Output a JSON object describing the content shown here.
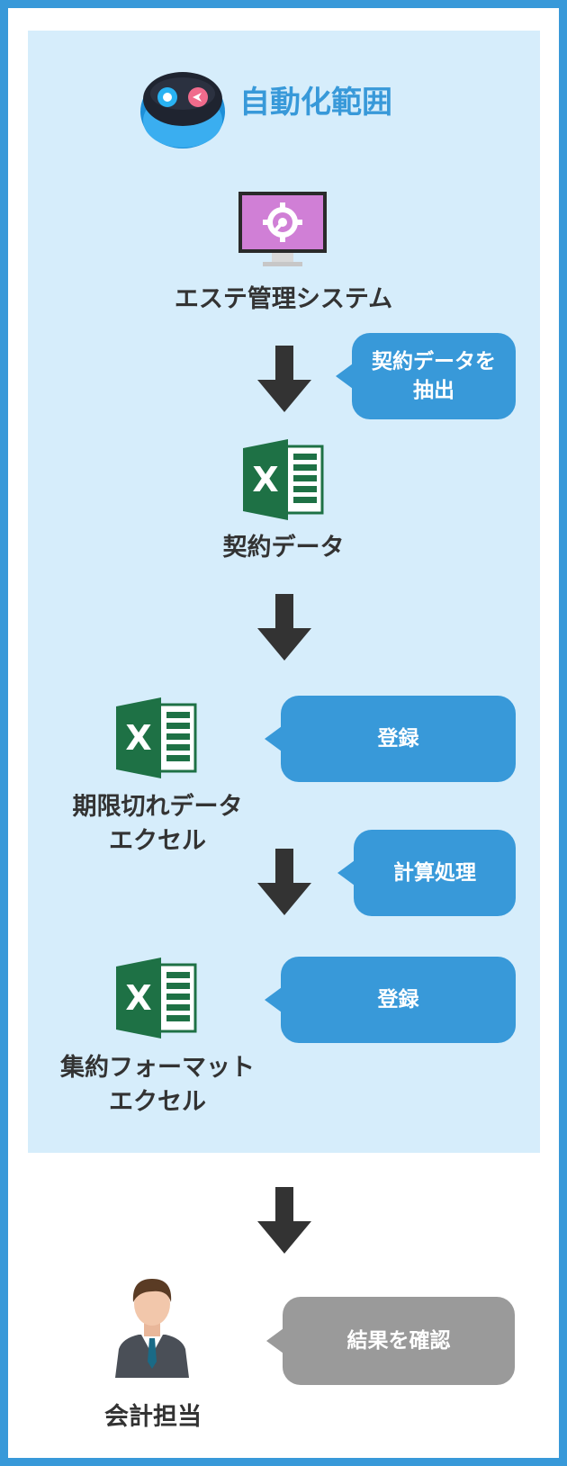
{
  "scope_title": "自動化範囲",
  "steps": {
    "system_label": "エステ管理システム",
    "contract_label": "契約データ",
    "expired_label": "期限切れデータ\nエクセル",
    "format_label": "集約フォーマット\nエクセル",
    "person_label": "会計担当"
  },
  "bubbles": {
    "extract": "契約データを\n抽出",
    "register1": "登録",
    "calc": "計算処理",
    "register2": "登録",
    "confirm": "結果を確認"
  },
  "icons": {
    "excel_letter": "X"
  },
  "colors": {
    "accent": "#3899d9",
    "scope_bg": "#d6edfb",
    "arrow": "#333333",
    "confirm_bubble": "#9a9a9a",
    "excel_green": "#1e7145",
    "monitor_screen": "#d07fd6"
  }
}
